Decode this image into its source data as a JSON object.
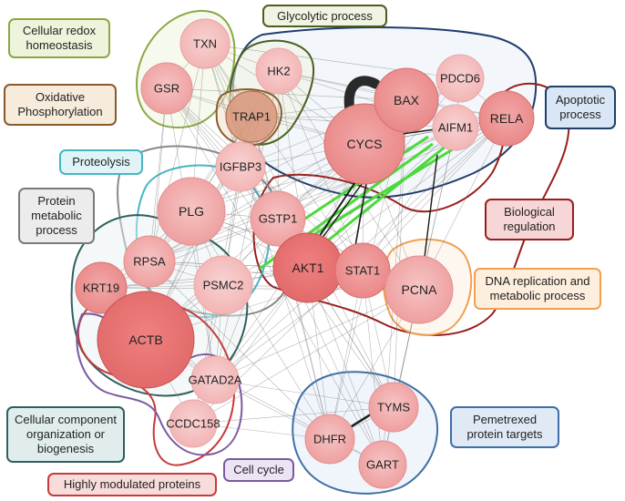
{
  "labels": {
    "cellular_redox": "Cellular redox homeostasis",
    "glycolytic": "Glycolytic process",
    "oxidative": "Oxidative Phosphorylation",
    "apoptotic": "Apoptotic process",
    "proteolysis": "Proteolysis",
    "protein_metabolic": "Protein metabolic process",
    "biological_regulation": "Biological regulation",
    "dna_replication": "DNA replication and metabolic process",
    "cellular_component": "Cellular component organization or biogenesis",
    "pemetrexed": "Pemetrexed protein targets",
    "highly_modulated": "Highly modulated proteins",
    "cell_cycle": "Cell cycle"
  },
  "nodes": {
    "txn": "TXN",
    "gsr": "GSR",
    "hk2": "HK2",
    "trap1": "TRAP1",
    "igfbp3": "IGFBP3",
    "bax": "BAX",
    "pdcd6": "PDCD6",
    "cycs": "CYCS",
    "aifm1": "AIFM1",
    "rela": "RELA",
    "plg": "PLG",
    "gstp1": "GSTP1",
    "rpsa": "RPSA",
    "krt19": "KRT19",
    "psmc2": "PSMC2",
    "akt1": "AKT1",
    "stat1": "STAT1",
    "pcna": "PCNA",
    "actb": "ACTB",
    "gatad2a": "GATAD2A",
    "ccdc158": "CCDC158",
    "tyms": "TYMS",
    "dhfr": "DHFR",
    "gart": "GART"
  },
  "colors": {
    "redox": "#8aa842",
    "glycolytic": "#4a5e1f",
    "oxidative": "#8a5a2c",
    "apoptotic": "#1f3e6b",
    "proteolysis": "#46b6c6",
    "protein_metabolic": "#7a7a7a",
    "biological": "#9a1c1c",
    "dna": "#f0a050",
    "cellular_component": "#2f5f5f",
    "pemetrexed": "#3e6fa8",
    "highly_modulated": "#c83a3a",
    "cell_cycle": "#7a5aa0",
    "green_edge": "#4cd93a"
  }
}
